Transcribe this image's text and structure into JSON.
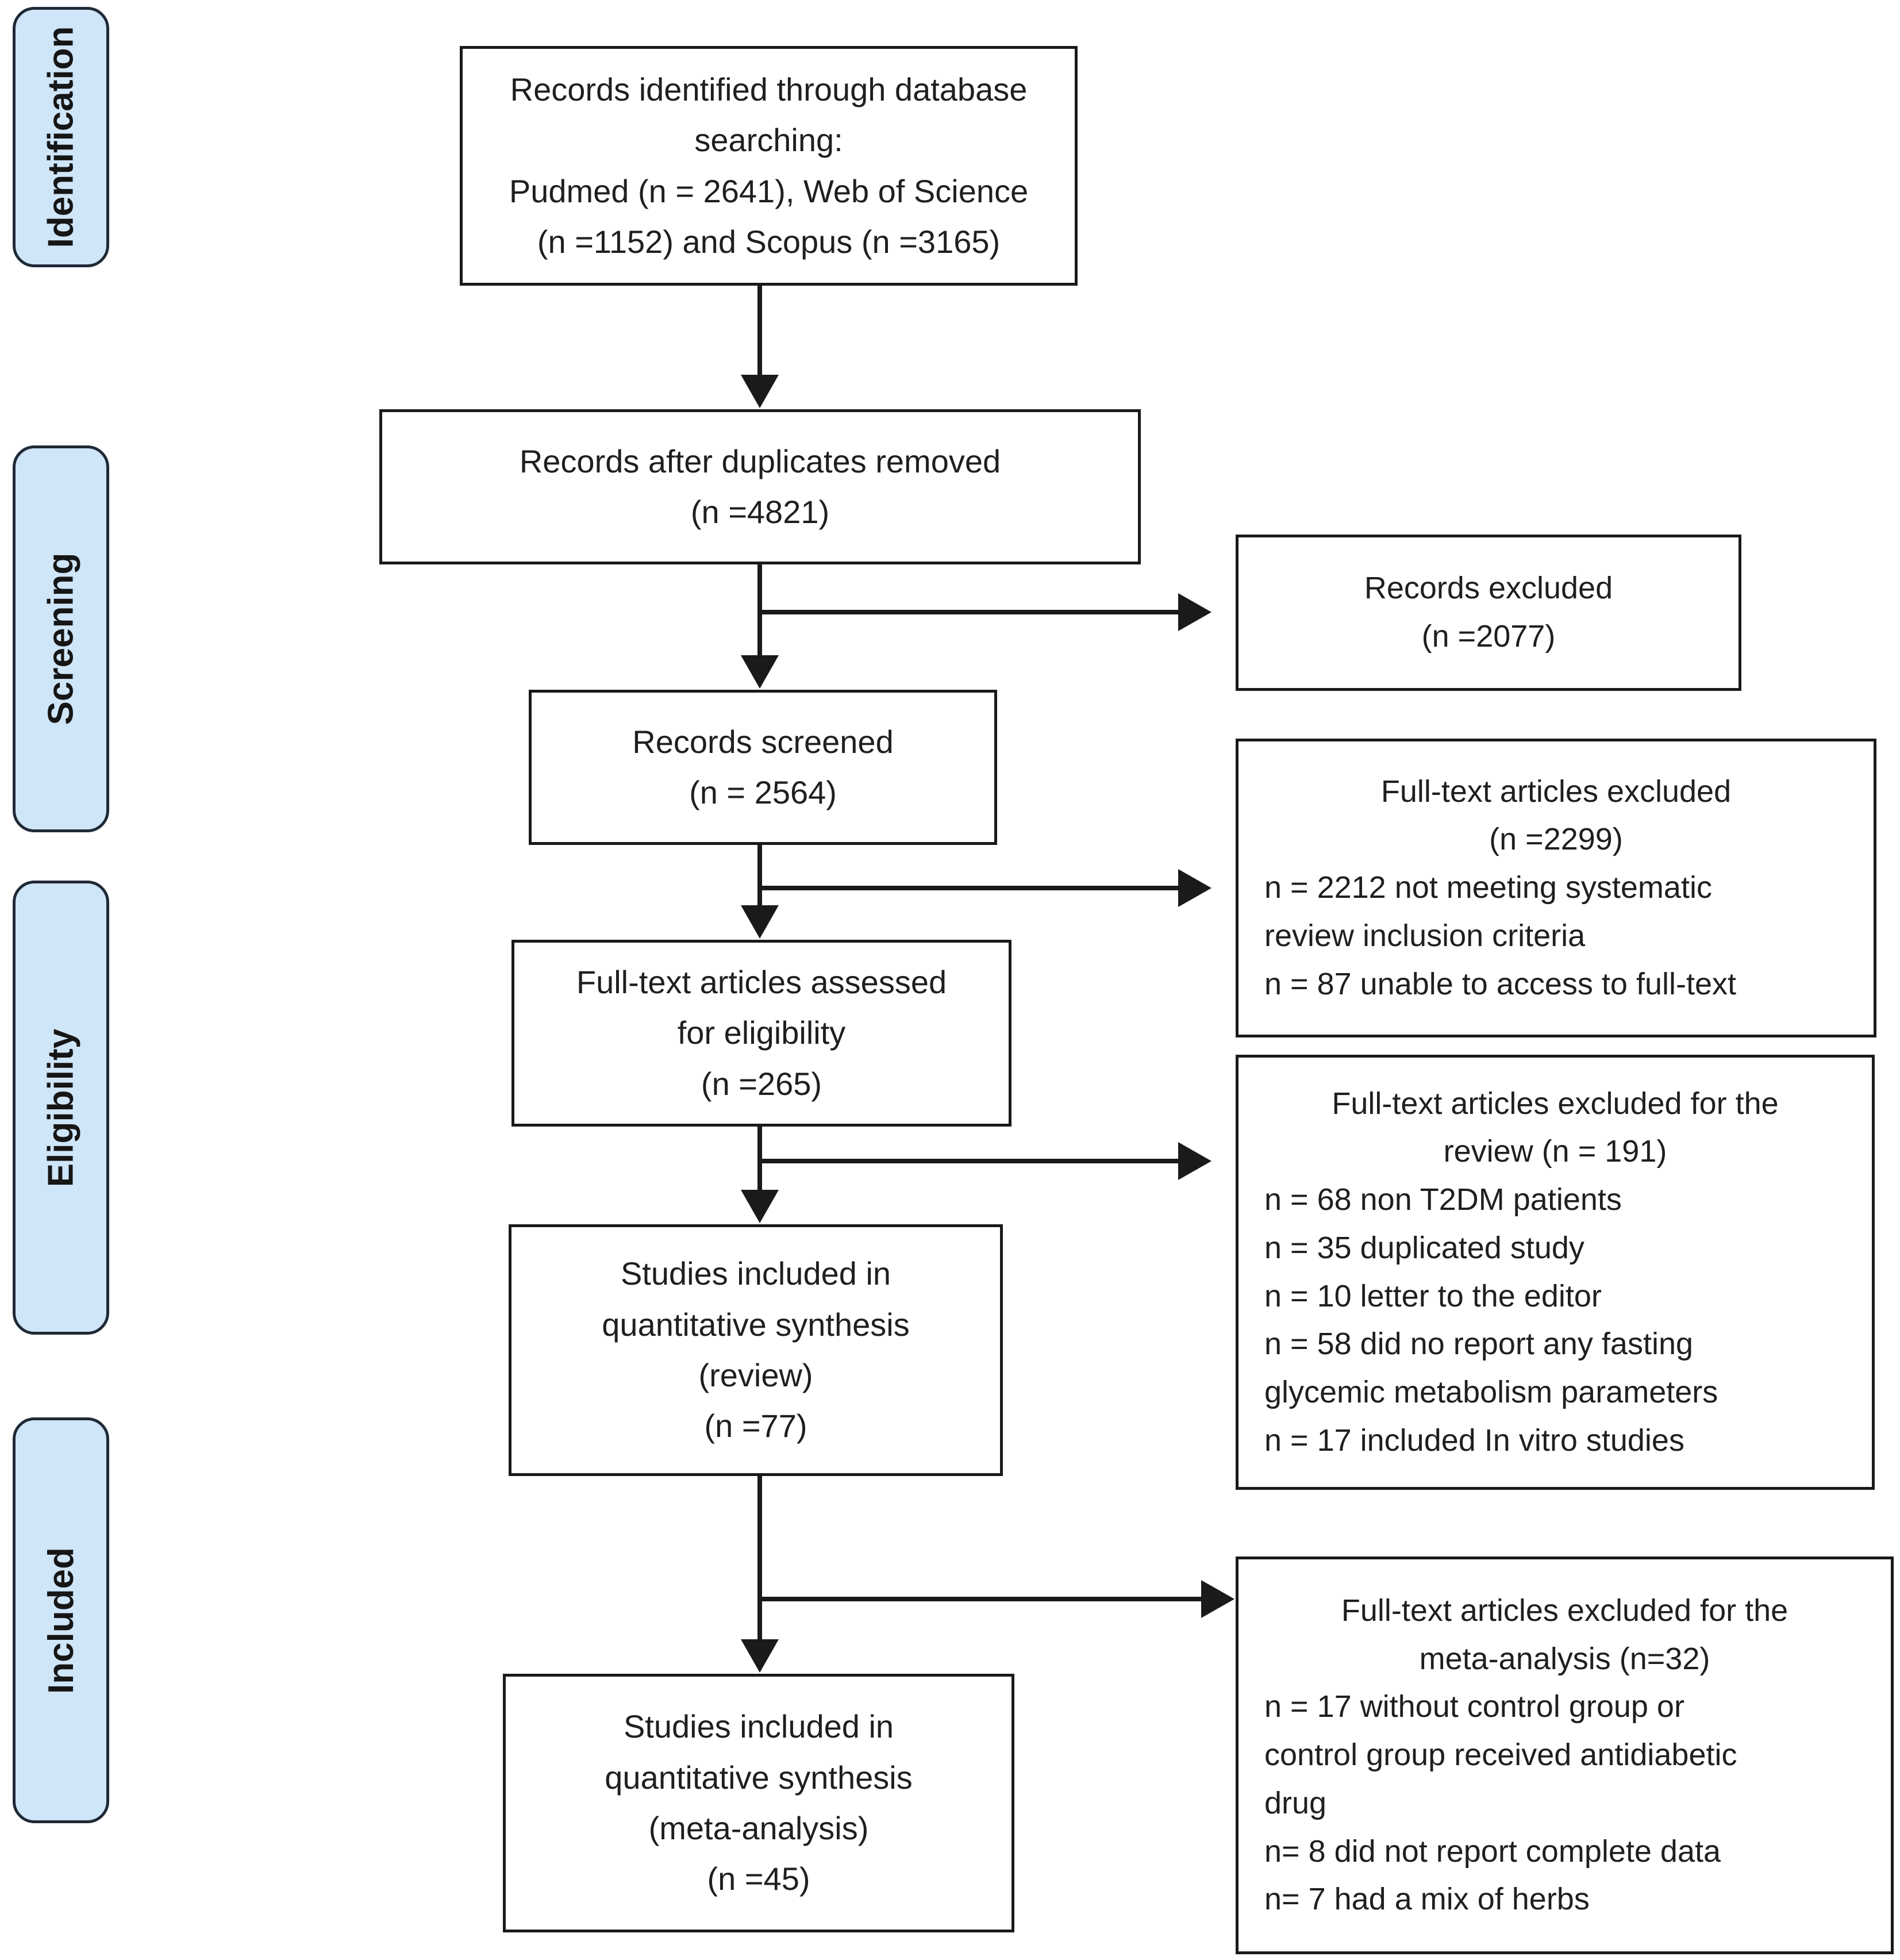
{
  "stages": [
    {
      "label": "Identification"
    },
    {
      "label": "Screening"
    },
    {
      "label": "Eligibility"
    },
    {
      "label": "Included"
    }
  ],
  "flow": {
    "records_identified": {
      "lines": [
        "Records identified through database",
        "searching:",
        "Pudmed (n = 2641), Web of Science",
        "(n =1152) and Scopus (n =3165)"
      ]
    },
    "duplicates_removed": {
      "lines": [
        "Records after duplicates removed",
        "(n =4821)"
      ]
    },
    "records_screened": {
      "lines": [
        "Records screened",
        "(n = 2564)"
      ]
    },
    "fulltext_assessed": {
      "lines": [
        "Full-text articles assessed",
        "for eligibility",
        "(n =265)"
      ]
    },
    "included_review": {
      "lines": [
        "Studies included in",
        "quantitative synthesis",
        "(review)",
        "(n =77)"
      ]
    },
    "included_meta": {
      "lines": [
        "Studies included in",
        "quantitative synthesis",
        "(meta-analysis)",
        "(n =45)"
      ]
    }
  },
  "exclusions": {
    "records_excluded": {
      "title_lines": [
        "Records excluded",
        "(n =2077)"
      ]
    },
    "fulltext_excluded": {
      "title_lines": [
        "Full-text articles excluded",
        "(n =2299)"
      ],
      "item_lines": [
        "n = 2212 not meeting systematic",
        "review inclusion criteria",
        "n = 87 unable to access to full-text"
      ]
    },
    "review_excluded": {
      "title_lines": [
        "Full-text articles excluded for the",
        "review (n = 191)"
      ],
      "item_lines": [
        "n = 68 non T2DM patients",
        "n = 35 duplicated study",
        "n = 10 letter to the editor",
        "n = 58 did no report any fasting",
        "glycemic metabolism parameters",
        "n = 17 included In vitro studies"
      ]
    },
    "meta_excluded": {
      "title_lines": [
        "Full-text articles excluded for the",
        "meta-analysis (n=32)"
      ],
      "item_lines": [
        "n = 17 without control group or",
        "control group received antidiabetic",
        "drug",
        "n= 8 did not report complete data",
        "n= 7 had a mix of herbs"
      ]
    }
  },
  "colors": {
    "background": "#ffffff",
    "stage_fill": "#cfe5f8",
    "stage_border": "#1f2a36",
    "box_fill": "#ffffff",
    "box_border": "#1a1a1a",
    "arrow": "#1a1a1a",
    "text": "#1f1f1f"
  }
}
